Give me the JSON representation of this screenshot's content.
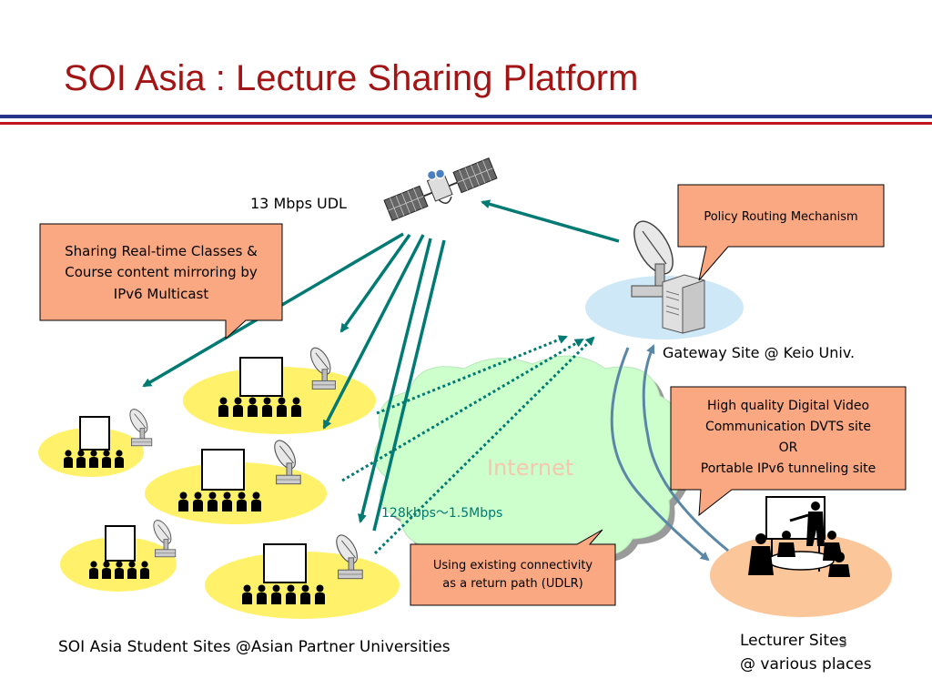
{
  "slide": {
    "title": "SOI Asia : Lecture Sharing Platform",
    "page_number": "3"
  },
  "labels": {
    "udl": "13 Mbps UDL",
    "gateway": "Gateway Site @ Keio Univ.",
    "internet": "Internet",
    "return_speed": "128kbps～1.5Mbps",
    "student_sites": "SOI Asia Student Sites @Asian Partner Universities",
    "lecturer_sites_line1": "Lecturer Sites",
    "lecturer_sites_line2": "@ various places"
  },
  "callouts": {
    "multicast": [
      "Sharing Real-time Classes &",
      "Course content mirroring  by",
      "IPv6 Multicast"
    ],
    "policy": "Policy Routing Mechanism",
    "dvts": [
      "High quality Digital Video",
      "Communication DVTS site",
      "OR",
      "Portable IPv6 tunneling site"
    ],
    "udlr": [
      "Using existing connectivity",
      "as a return path (UDLR)"
    ]
  },
  "colors": {
    "title": "#a31515",
    "arrow": "#007a73",
    "callout_fill": "#f9a882",
    "site_yellow": "#fff26a",
    "site_blue": "#cfe8f7",
    "site_orange": "#fbc79a",
    "cloud_fill": "#ccffcc",
    "internet_text": "#f4c7ae",
    "return_text": "#007a73",
    "lecturer_arrow": "#5b87a7"
  },
  "icons": [
    "satellite-icon",
    "satellite-dish-icon",
    "server-icon",
    "projection-screen-icon",
    "audience-icon",
    "presenter-icon"
  ]
}
